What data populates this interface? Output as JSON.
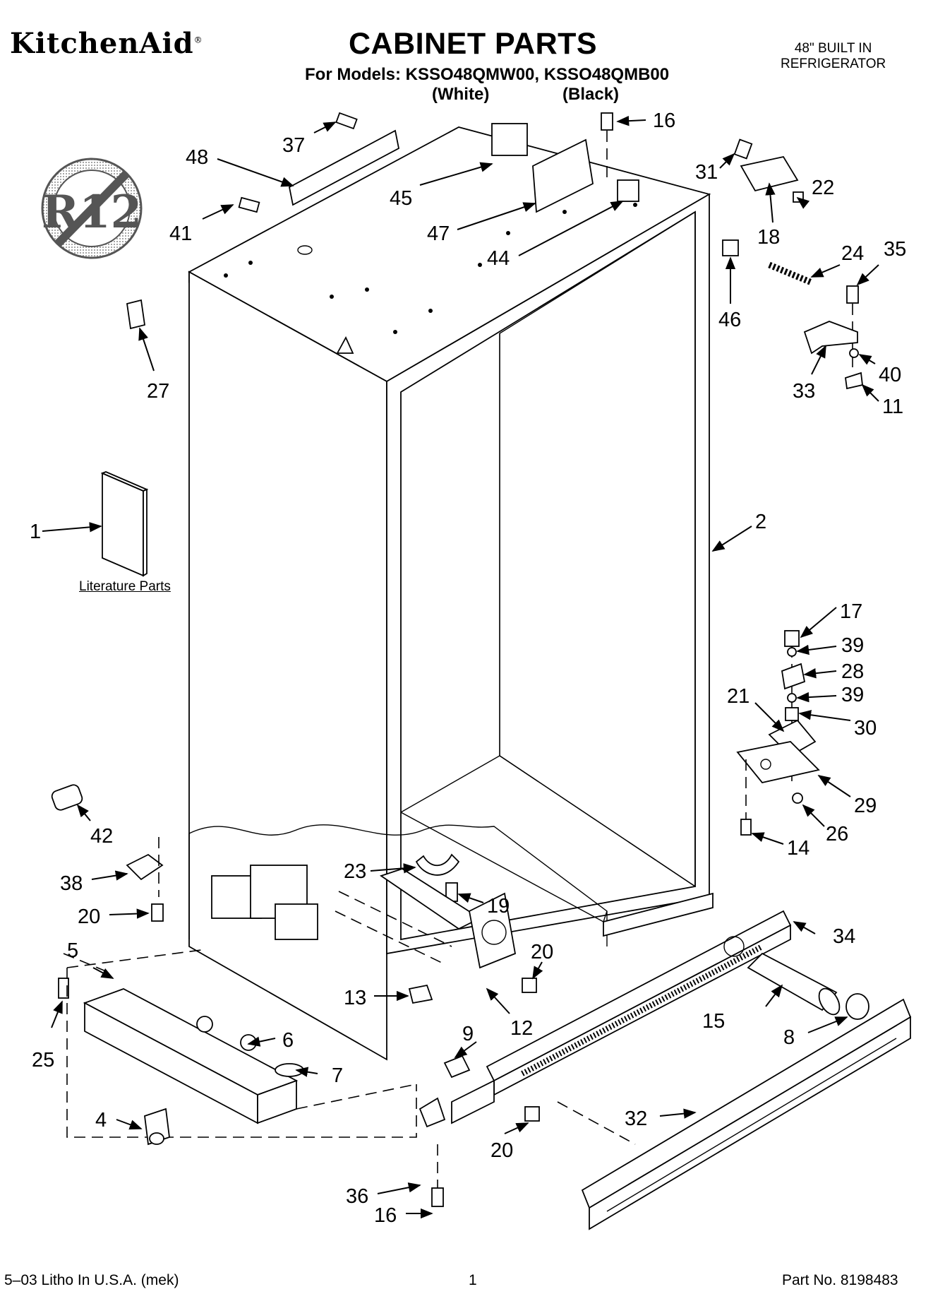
{
  "brand": "KitchenAid",
  "brand_mark": "®",
  "title": "CABINET PARTS",
  "models_line": "For Models: KSSO48QMW00, KSSO48QMB00",
  "variant_white": "(White)",
  "variant_black": "(Black)",
  "product_type": [
    "48\" BUILT IN",
    "REFRIGERATOR"
  ],
  "badge_text": "R12",
  "literature_label": "Literature Parts",
  "footer": {
    "litho": "5–03 Litho In U.S.A. (mek)",
    "page": "1",
    "part_no": "Part No. 8198483"
  },
  "callouts": [
    {
      "n": "37"
    },
    {
      "n": "48"
    },
    {
      "n": "41"
    },
    {
      "n": "45"
    },
    {
      "n": "47"
    },
    {
      "n": "44"
    },
    {
      "n": "16"
    },
    {
      "n": "31"
    },
    {
      "n": "22"
    },
    {
      "n": "18"
    },
    {
      "n": "46"
    },
    {
      "n": "24"
    },
    {
      "n": "35"
    },
    {
      "n": "40"
    },
    {
      "n": "33"
    },
    {
      "n": "11"
    },
    {
      "n": "27"
    },
    {
      "n": "1"
    },
    {
      "n": "2"
    },
    {
      "n": "17"
    },
    {
      "n": "39"
    },
    {
      "n": "28"
    },
    {
      "n": "39"
    },
    {
      "n": "21"
    },
    {
      "n": "30"
    },
    {
      "n": "29"
    },
    {
      "n": "26"
    },
    {
      "n": "14"
    },
    {
      "n": "42"
    },
    {
      "n": "38"
    },
    {
      "n": "20"
    },
    {
      "n": "23"
    },
    {
      "n": "19"
    },
    {
      "n": "34"
    },
    {
      "n": "20"
    },
    {
      "n": "5"
    },
    {
      "n": "25"
    },
    {
      "n": "13"
    },
    {
      "n": "12"
    },
    {
      "n": "15"
    },
    {
      "n": "8"
    },
    {
      "n": "6"
    },
    {
      "n": "7"
    },
    {
      "n": "9"
    },
    {
      "n": "32"
    },
    {
      "n": "4"
    },
    {
      "n": "20"
    },
    {
      "n": "36"
    },
    {
      "n": "16"
    }
  ]
}
